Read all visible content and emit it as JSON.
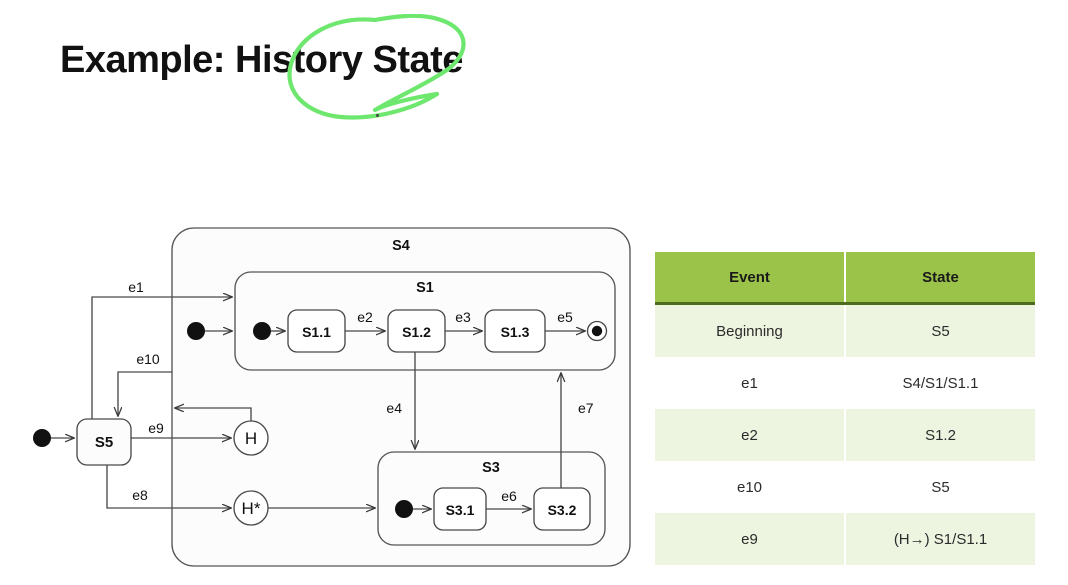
{
  "slide": {
    "title": "Example: History State",
    "annotation": {
      "shape": "hand-drawn-green-circle",
      "color": "#6EE76E"
    }
  },
  "diagram": {
    "type": "uml-state-machine",
    "initial_pseudostate_label": "●",
    "states": [
      {
        "id": "S5",
        "label": "S5",
        "kind": "simple"
      },
      {
        "id": "S4",
        "label": "S4",
        "kind": "composite"
      },
      {
        "id": "S1",
        "label": "S1",
        "kind": "composite"
      },
      {
        "id": "S1.1",
        "label": "S1.1",
        "kind": "simple"
      },
      {
        "id": "S1.2",
        "label": "S1.2",
        "kind": "simple"
      },
      {
        "id": "S1.3",
        "label": "S1.3",
        "kind": "simple"
      },
      {
        "id": "S3",
        "label": "S3",
        "kind": "composite"
      },
      {
        "id": "S3.1",
        "label": "S3.1",
        "kind": "simple"
      },
      {
        "id": "S3.2",
        "label": "S3.2",
        "kind": "simple"
      }
    ],
    "pseudostates": [
      {
        "id": "H",
        "label": "H",
        "kind": "shallow-history"
      },
      {
        "id": "H*",
        "label": "H*",
        "kind": "deep-history"
      }
    ],
    "transitions": [
      {
        "label": "e1",
        "from": "S5",
        "to": "S1"
      },
      {
        "label": "e2",
        "from": "S1.1",
        "to": "S1.2"
      },
      {
        "label": "e3",
        "from": "S1.2",
        "to": "S1.3"
      },
      {
        "label": "e4",
        "from": "S1.2",
        "to": "S3"
      },
      {
        "label": "e5",
        "from": "S1.3",
        "to": "final"
      },
      {
        "label": "e6",
        "from": "S3.1",
        "to": "S3.2"
      },
      {
        "label": "e7",
        "from": "S3.2",
        "to": "S1"
      },
      {
        "label": "e8",
        "from": "S5",
        "to": "H*"
      },
      {
        "label": "e9",
        "from": "S5",
        "to": "H"
      },
      {
        "label": "e10",
        "from": "S4",
        "to": "S5"
      }
    ]
  },
  "table": {
    "columns": [
      "Event",
      "State"
    ],
    "rows": [
      {
        "event": "Beginning",
        "state": "S5"
      },
      {
        "event": "e1",
        "state": "S4/S1/S1.1"
      },
      {
        "event": "e2",
        "state": "S1.2"
      },
      {
        "event": "e10",
        "state": "S5"
      },
      {
        "event": "e9",
        "state": "(H→) S1/S1.1"
      }
    ],
    "header_color": "#9BC34A",
    "row_alt_color": "#EDF5E1"
  }
}
